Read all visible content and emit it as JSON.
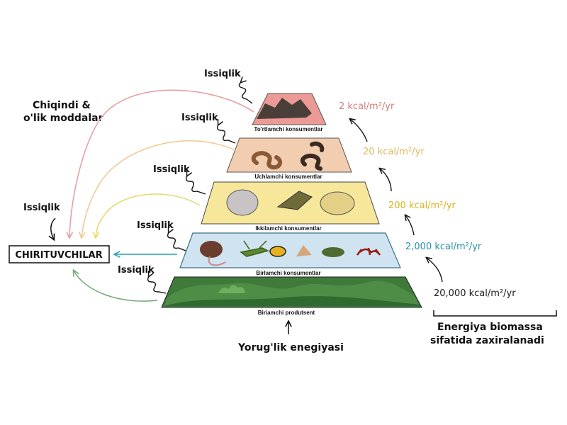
{
  "colors": {
    "level1": "#3f7a3a",
    "level2": "#cfe3f0",
    "level3": "#f7e79a",
    "level4": "#f2cdb0",
    "level5": "#ec9a95",
    "kcal1": "#1a1a1a",
    "kcal2": "#2a90a8",
    "kcal3": "#d9b21a",
    "kcal4": "#e0b85a",
    "kcal5": "#d77a7a",
    "arrow_pink": "#e89aa0",
    "arrow_peach": "#f2c890",
    "arrow_yellow": "#e9d66a",
    "arrow_teal": "#2a9fb0",
    "arrow_green": "#74a878"
  },
  "levels": [
    {
      "label": "Biriamchi produtsent"
    },
    {
      "label": "Birlamchi konsumentlar"
    },
    {
      "label": "Ikkilamchi konsumentlar"
    },
    {
      "label": "Uchlamchi konsumentlar"
    },
    {
      "label": "To'rtlamchi konsumentlar"
    }
  ],
  "energy": [
    {
      "text": "20,000 kcal/m²/yr"
    },
    {
      "text": "2,000 kcal/m²/yr"
    },
    {
      "text": "200 kcal/m²/yr"
    },
    {
      "text": "20 kcal/m²/yr"
    },
    {
      "text": "2 kcal/m²/yr"
    }
  ],
  "heat_label": "Issiqlik",
  "decomposers": "CHIRITUVCHILAR",
  "waste_line1": "Chiqindi &",
  "waste_line2": "o'lik moddalar",
  "light": "Yorug'lik enegiyasi",
  "storage_line1": "Energiya biomassa",
  "storage_line2": "sifatida zaxiralanadi"
}
